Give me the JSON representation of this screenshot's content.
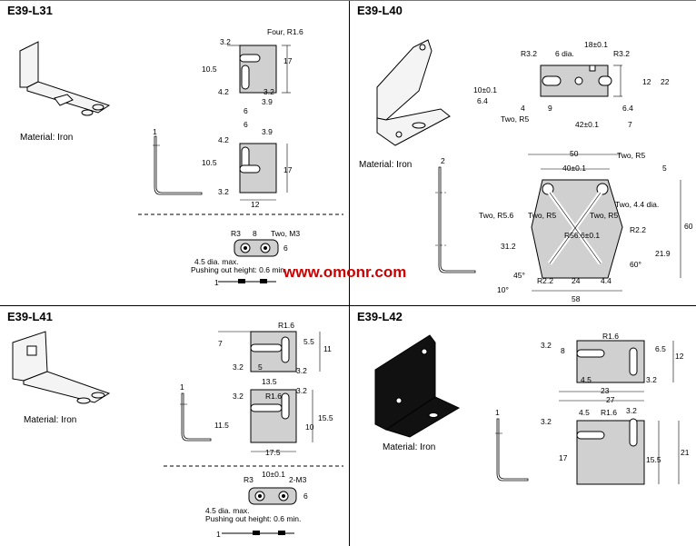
{
  "panels": {
    "l31": {
      "title": "E39-L31",
      "material": "Material: Iron",
      "dims": [
        "3.2",
        "Four, R1.6",
        "10.5",
        "17",
        "4.2",
        "3.2",
        "3.9",
        "6",
        "6",
        "3.9",
        "4.2",
        "10.5",
        "17",
        "3.2",
        "12",
        "1",
        "R3",
        "8",
        "Two, M3",
        "6",
        "4.5 dia. max.",
        "Pushing out height: 0.6 min.",
        "1"
      ]
    },
    "l40": {
      "title": "E39-L40",
      "material": "Material: Iron",
      "dims": [
        "R3.2",
        "6 dia.",
        "18±0.1",
        "R3.2",
        "10±0.1",
        "6.4",
        "12",
        "22",
        "4",
        "9",
        "Two, R5",
        "6.4",
        "42±0.1",
        "7",
        "2",
        "50",
        "40±0.1",
        "Two, R5",
        "5",
        "Two, 4.4 dia.",
        "Two, R5.6",
        "Two, R5",
        "Two, R5",
        "R56.6±0.1",
        "R2.2",
        "60",
        "31.2",
        "21.9",
        "45°",
        "60°",
        "10°",
        "R2.2",
        "24",
        "4.4",
        "58"
      ]
    },
    "l41": {
      "title": "E39-L41",
      "material": "Material: Iron",
      "dims": [
        "R1.6",
        "7",
        "5.5",
        "11",
        "3.2",
        "5",
        "3.2",
        "13.5",
        "3.2",
        "R1.6",
        "3.2",
        "1",
        "11.5",
        "10",
        "15.5",
        "17.5",
        "R3",
        "10±0.1",
        "2-M3",
        "6",
        "4.5 dia. max.",
        "Pushing out height: 0.6 min.",
        "1"
      ]
    },
    "l42": {
      "title": "E39-L42",
      "material": "Material: Iron",
      "dims": [
        "3.2",
        "8",
        "R1.6",
        "6.5",
        "12",
        "4.5",
        "23",
        "3.2",
        "27",
        "1",
        "3.2",
        "4.5",
        "R1.6",
        "3.2",
        "17",
        "15.5",
        "21"
      ]
    }
  },
  "watermark": "www.omonr.com",
  "colors": {
    "plate_fill": "#d0d0d0",
    "bracket_fill": "#f4f4f4",
    "bracket_black": "#111111",
    "watermark": "#cc0000"
  }
}
